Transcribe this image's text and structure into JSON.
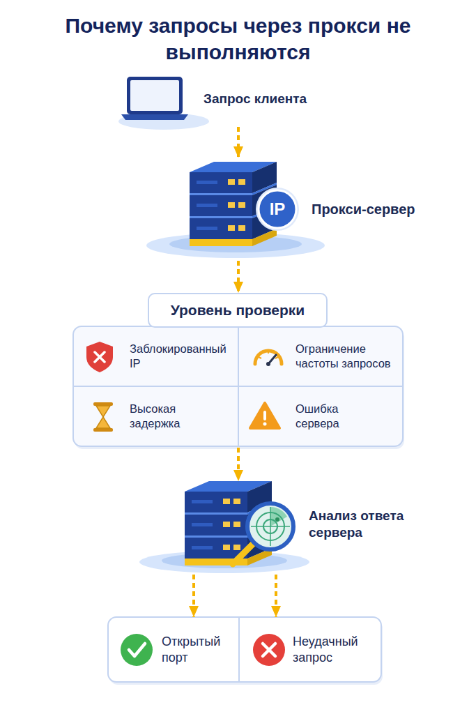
{
  "diagram": {
    "title": "Почему запросы через прокси не выполняются",
    "nodes": [
      {
        "text": [
          "Запрос клиента"
        ]
      },
      {
        "text": [
          "Прокси-сервер"
        ]
      },
      {
        "text": [
          "Уровень проверки"
        ]
      },
      {
        "text": [
          "Заблокированный IP"
        ],
        "in": 2
      },
      {
        "text": [
          "Ограничение частоты запросов"
        ],
        "in": 2
      },
      {
        "text": [
          "Высокая задержка"
        ],
        "in": 2
      },
      {
        "text": [
          "Ошибка сервера"
        ],
        "in": 2
      },
      {
        "text": [
          "Анализ ответа сервера"
        ]
      },
      {
        "text": [
          "Открытый порт"
        ]
      },
      {
        "text": [
          "Неудачный запрос"
        ]
      }
    ],
    "edges": [
      {
        "from": 0,
        "to": 1,
        "arrow": "to"
      },
      {
        "from": 1,
        "to": 2,
        "arrow": "to"
      },
      {
        "from": 2,
        "to": 7,
        "arrow": "to"
      },
      {
        "from": 7,
        "to": 8,
        "arrow": "to"
      },
      {
        "from": 7,
        "to": 9,
        "arrow": "to"
      }
    ],
    "labels": [
      "IP"
    ]
  }
}
